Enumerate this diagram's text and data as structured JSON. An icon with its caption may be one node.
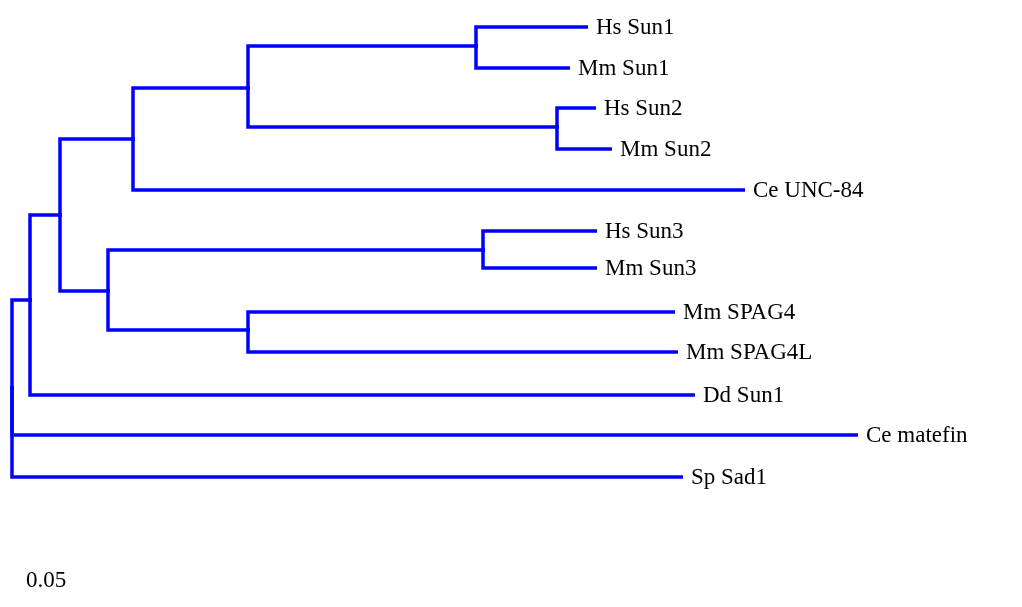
{
  "diagram": {
    "nodes": [
      {
        "text": [
          "Hs Sun1"
        ]
      },
      {
        "text": [
          "Mm Sun1"
        ]
      },
      {
        "text": [
          "Hs Sun2"
        ]
      },
      {
        "text": [
          "Mm Sun2"
        ]
      },
      {
        "text": [
          "Ce UNC-84"
        ]
      },
      {
        "text": [
          "Hs Sun3"
        ]
      },
      {
        "text": [
          "Mm Sun3"
        ]
      },
      {
        "text": [
          "Mm SPAG4"
        ]
      },
      {
        "text": [
          "Mm SPAG4L"
        ]
      },
      {
        "text": [
          "Dd Sun1"
        ]
      },
      {
        "text": [
          "Ce matefin"
        ]
      },
      {
        "text": [
          "Sp Sad1"
        ]
      },
      {
        "text": [],
        "shape": "point"
      },
      {
        "text": [],
        "shape": "point"
      },
      {
        "text": [],
        "shape": "point"
      },
      {
        "text": [],
        "shape": "point"
      },
      {
        "text": [],
        "shape": "point"
      },
      {
        "text": [],
        "shape": "point"
      },
      {
        "text": [],
        "shape": "point"
      },
      {
        "text": [],
        "shape": "point"
      },
      {
        "text": [],
        "shape": "point"
      },
      {
        "text": [],
        "shape": "point"
      }
    ],
    "edges": [
      {
        "from": 12,
        "to": 13,
        "arrow": "none"
      },
      {
        "from": 12,
        "to": 10,
        "arrow": "none"
      },
      {
        "from": 12,
        "to": 11,
        "arrow": "none"
      },
      {
        "from": 13,
        "to": 14,
        "arrow": "none"
      },
      {
        "from": 13,
        "to": 9,
        "arrow": "none"
      },
      {
        "from": 14,
        "to": 15,
        "arrow": "none"
      },
      {
        "from": 14,
        "to": 16,
        "arrow": "none"
      },
      {
        "from": 15,
        "to": 17,
        "arrow": "none"
      },
      {
        "from": 15,
        "to": 4,
        "arrow": "none"
      },
      {
        "from": 16,
        "to": 20,
        "arrow": "none"
      },
      {
        "from": 16,
        "to": 21,
        "arrow": "none"
      },
      {
        "from": 17,
        "to": 18,
        "arrow": "none"
      },
      {
        "from": 17,
        "to": 19,
        "arrow": "none"
      },
      {
        "from": 18,
        "to": 0,
        "arrow": "none"
      },
      {
        "from": 18,
        "to": 1,
        "arrow": "none"
      },
      {
        "from": 19,
        "to": 2,
        "arrow": "none"
      },
      {
        "from": 19,
        "to": 3,
        "arrow": "none"
      },
      {
        "from": 20,
        "to": 5,
        "arrow": "none"
      },
      {
        "from": 20,
        "to": 6,
        "arrow": "none"
      },
      {
        "from": 21,
        "to": 7,
        "arrow": "none"
      },
      {
        "from": 21,
        "to": 8,
        "arrow": "none"
      }
    ],
    "labels": [
      "0.05"
    ]
  }
}
